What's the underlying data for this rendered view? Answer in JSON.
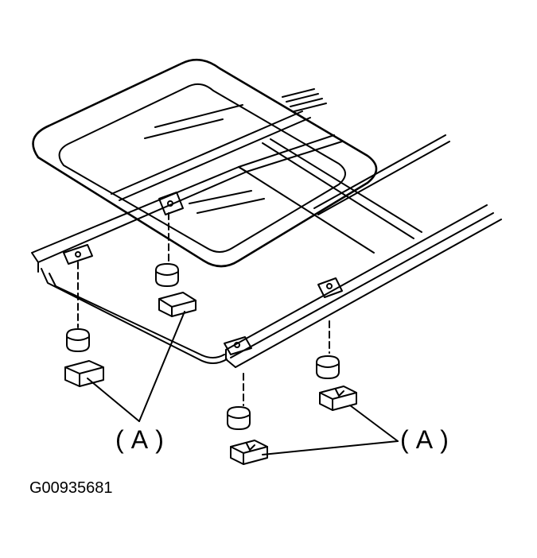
{
  "diagram": {
    "callouts": [
      {
        "id": "left",
        "text": "( A )"
      },
      {
        "id": "right",
        "text": "( A )"
      }
    ],
    "figure_id": "G00935681"
  },
  "colors": {
    "line": "#000000",
    "background": "#ffffff"
  }
}
